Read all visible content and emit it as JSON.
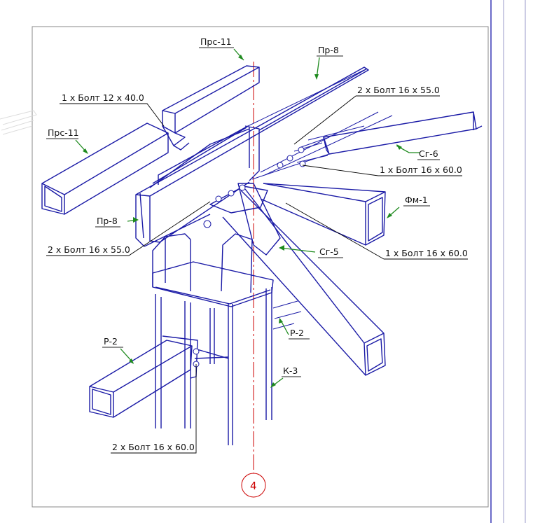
{
  "drawing": {
    "axis_marker": "4",
    "labels": {
      "prs11_top": "Прс-11",
      "pr8_top": "Пр-8",
      "bolt_12x40": "1 х Болт 12 х 40.0",
      "bolt_16x55_top": "2 х Болт 16 х 55.0",
      "prs11_left": "Прс-11",
      "sg6": "Сг-6",
      "bolt_16x60_mid": "1 х Болт 16 х 60.0",
      "fm1": "Фм-1",
      "pr8_left": "Пр-8",
      "bolt_16x55_left": "2 х Болт 16 х 55.0",
      "sg5": "Сг-5",
      "bolt_16x60_right": "1 х Болт 16 х 60.0",
      "r2_right": "Р-2",
      "r2_left": "Р-2",
      "k3": "К-3",
      "bolt_16x60_bottom": "2 х Болт 16 х 60.0"
    },
    "colors": {
      "steel_lines": "#1a1aa6",
      "leaders": "#1e8a1e",
      "axis": "#cc0000",
      "frame": "#888888"
    }
  }
}
